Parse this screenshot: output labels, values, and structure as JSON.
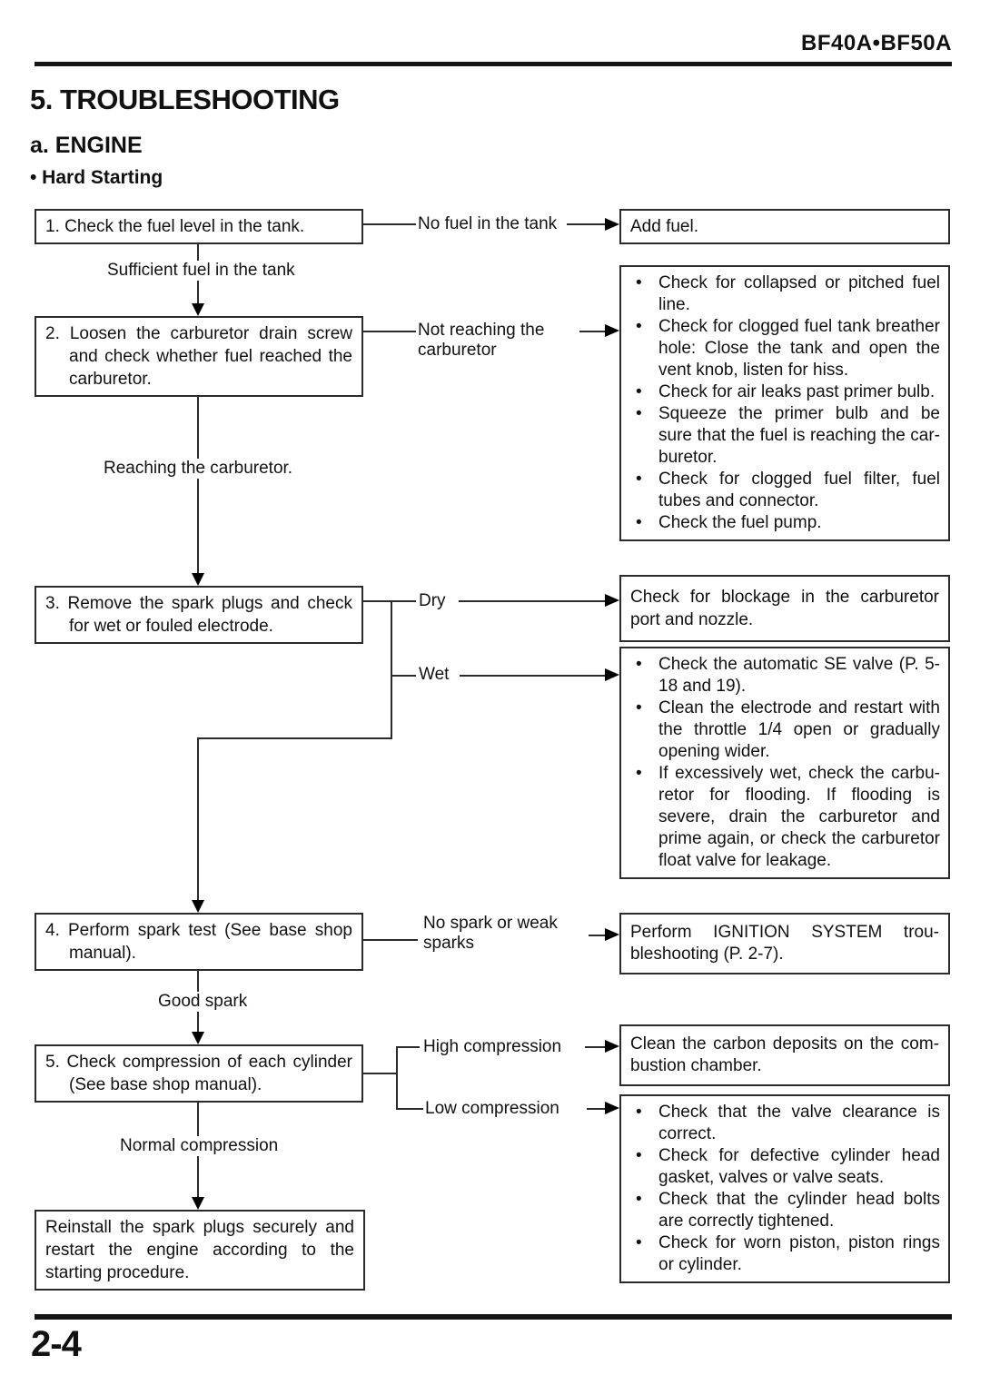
{
  "header": {
    "model": "BF40A•BF50A"
  },
  "titles": {
    "chapter": "5. TROUBLESHOOTING",
    "section": "a. ENGINE",
    "topic": "• Hard Starting"
  },
  "flow": {
    "step1": "1. Check the fuel level in the tank.",
    "branch_no_fuel": "No fuel in the tank",
    "action_add_fuel": "Add fuel.",
    "path_sufficient_fuel": "Sufficient fuel in the tank",
    "step2": "2. Loosen the carburetor drain screw and check whether fuel reached the carburetor.",
    "branch_not_reaching": "Not reaching the carburetor",
    "actions_fuel_supply": [
      "Check for collapsed or pitched fuel line.",
      "Check for clogged fuel tank breather hole: Close the tank and open the vent knob, listen for hiss.",
      "Check for air leaks past primer bulb.",
      "Squeeze the primer bulb and be sure that the fuel is reaching the car-buretor.",
      "Check for clogged fuel filter, fuel tubes and connector.",
      "Check the fuel pump."
    ],
    "path_reaching": "Reaching the carburetor.",
    "step3": "3. Remove the spark plugs and check for wet or fouled electrode.",
    "branch_dry": "Dry",
    "action_dry": "Check for blockage in the carburetor port and nozzle.",
    "branch_wet": "Wet",
    "actions_wet": [
      "Check the automatic SE valve (P. 5-18 and 19).",
      "Clean the electrode and restart with the throttle 1/4 open or gradually opening wider.",
      "If excessively wet, check the carbu-retor for flooding. If flooding is severe, drain the carburetor and prime again, or check the carburetor float valve for leakage."
    ],
    "step4": "4. Perform spark test (See base shop manual).",
    "branch_no_spark": "No spark or weak sparks",
    "action_ignition": "Perform IGNITION SYSTEM trou-bleshooting (P. 2-7).",
    "path_good_spark": "Good spark",
    "step5": "5. Check compression of each cylinder (See base shop manual).",
    "branch_high_compression": "High compression",
    "action_carbon": "Clean the carbon deposits on the com-bustion chamber.",
    "branch_low_compression": "Low compression",
    "actions_low_compression": [
      "Check that the valve clearance is correct.",
      "Check for defective cylinder head gasket, valves or valve seats.",
      "Check that the cylinder head bolts are correctly tightened.",
      "Check for worn piston, piston rings or cylinder."
    ],
    "path_normal_compression": "Normal compression",
    "final_step": "Reinstall the spark plugs securely and restart the engine according to the starting procedure."
  },
  "footer": {
    "page_number": "2-4"
  },
  "icons": {
    "bullet": "•"
  },
  "colors": {
    "ink": "#111111",
    "border": "#2b2b2b",
    "background": "#ffffff"
  }
}
